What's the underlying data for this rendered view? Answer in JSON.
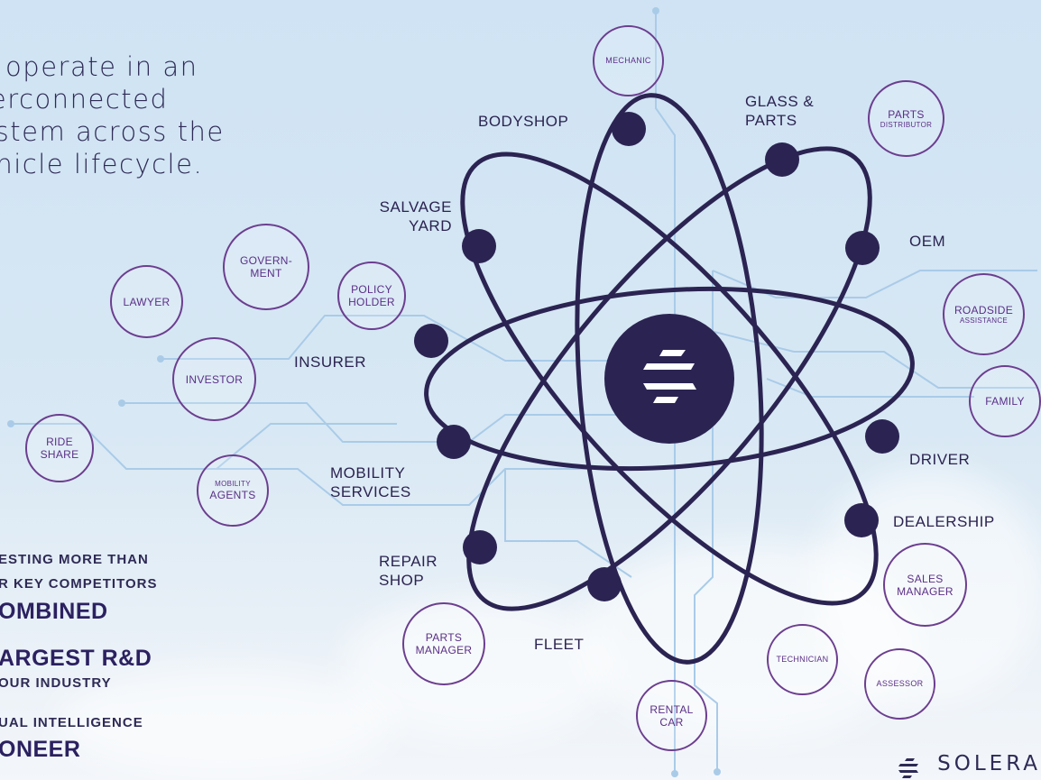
{
  "headline": "e operate in an terconnected ystem across the ehicle lifecycle.",
  "headline_lines": [
    "e operate in an",
    "terconnected",
    "ystem across the",
    "ehicle lifecycle."
  ],
  "stats": {
    "s1_small_a": "ESTING MORE THAN",
    "s1_small_b": "R KEY COMPETITORS",
    "s1_big": "OMBINED",
    "s2_big": "ARGEST R&D",
    "s2_small": "OUR INDUSTRY",
    "s3_small": "UAL INTELLIGENCE",
    "s3_big": "ONEER"
  },
  "nodes": {
    "bodyshop": "BODYSHOP",
    "glass_a": "GLASS &",
    "glass_b": "PARTS",
    "salvage_a": "SALVAGE",
    "salvage_b": "YARD",
    "oem": "OEM",
    "insurer": "INSURER",
    "mobility_a": "MOBILITY",
    "mobility_b": "SERVICES",
    "driver": "DRIVER",
    "dealership": "DEALERSHIP",
    "repair_a": "REPAIR",
    "repair_b": "SHOP",
    "fleet": "FLEET"
  },
  "bubbles": {
    "mechanic": "MECHANIC",
    "parts_dist_a": "PARTS",
    "parts_dist_b": "DISTRIBUTOR",
    "government_a": "GOVERN-",
    "government_b": "MENT",
    "lawyer": "LAWYER",
    "policy_a": "POLICY",
    "policy_b": "HOLDER",
    "roadside_a": "ROADSIDE",
    "roadside_b": "ASSISTANCE",
    "investor": "INVESTOR",
    "family": "FAMILY",
    "ride_a": "RIDE",
    "ride_b": "SHARE",
    "mobility_agents_a": "MOBILITY",
    "mobility_agents_b": "AGENTS",
    "sales_a": "SALES",
    "sales_b": "MANAGER",
    "parts_mgr_a": "PARTS",
    "parts_mgr_b": "MANAGER",
    "technician": "TECHNICIAN",
    "assessor": "ASSESSOR",
    "rental_a": "RENTAL",
    "rental_b": "CAR"
  },
  "logo": "SOLERA",
  "colors": {
    "node": "#2b2452",
    "orbit": "#2b2452",
    "bubble_border": "#6c3e8f",
    "circuit": "#a9cbe8",
    "background": "#d3e5f4"
  },
  "icons": [
    "solera-mark-icon",
    "solera-logo-icon"
  ]
}
